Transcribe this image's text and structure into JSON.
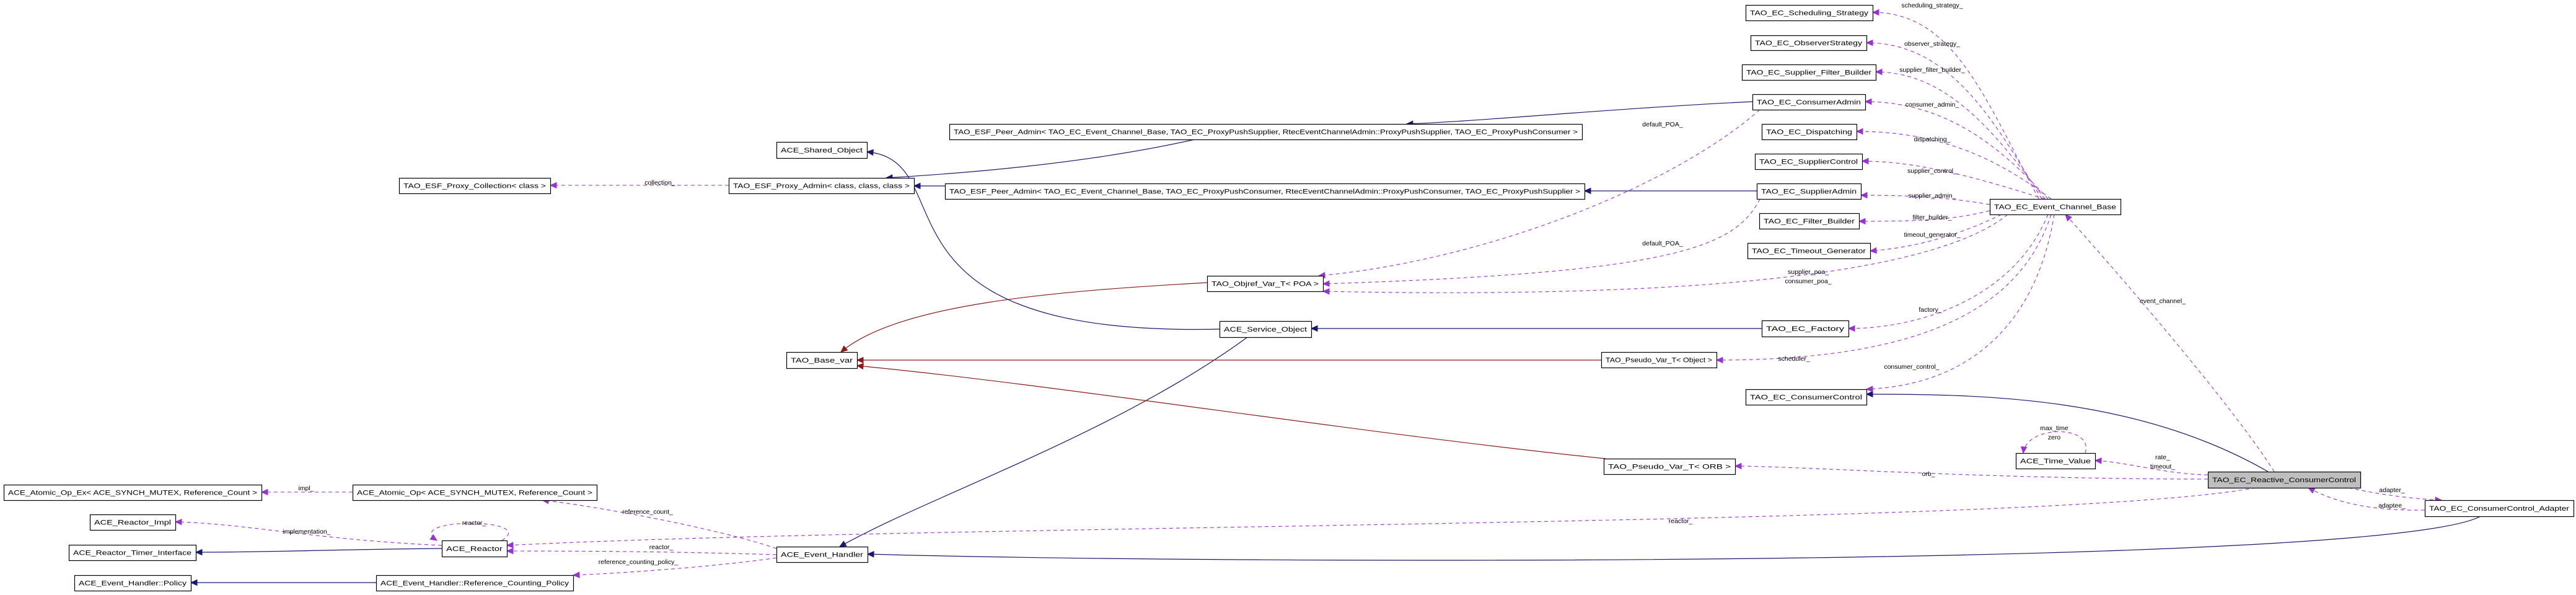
{
  "diagram": {
    "title": "Collaboration diagram for TAO_EC_Reactive_ConsumerControl",
    "colors": {
      "inheritance": "#191970",
      "template": "#8b1a1a",
      "usage": "#9a32cd",
      "focus_fill": "#bfbfbf"
    },
    "nodes": {
      "sched": "TAO_EC_Scheduling_Strategy",
      "obs": "TAO_EC_ObserverStrategy",
      "sfb": "TAO_EC_Supplier_Filter_Builder",
      "cadmin": "TAO_EC_ConsumerAdmin",
      "disp": "TAO_EC_Dispatching",
      "sctrl": "TAO_EC_SupplierControl",
      "sadmin": "TAO_EC_SupplierAdmin",
      "fb": "TAO_EC_Filter_Builder",
      "tgen": "TAO_EC_Timeout_Generator",
      "peerS": "TAO_ESF_Peer_Admin< TAO_EC_Event_Channel_Base, TAO_EC_ProxyPushSupplier, RtecEventChannelAdmin::ProxyPushSupplier, TAO_EC_ProxyPushConsumer >",
      "peerC": "TAO_ESF_Peer_Admin< TAO_EC_Event_Channel_Base, TAO_EC_ProxyPushConsumer, RtecEventChannelAdmin::ProxyPushConsumer, TAO_EC_ProxyPushSupplier >",
      "shared": "ACE_Shared_Object",
      "proxyAdmin": "TAO_ESF_Proxy_Admin< class, class, class >",
      "proxyColl": "TAO_ESF_Proxy_Collection< class >",
      "objref": "TAO_Objref_Var_T< POA >",
      "svc": "ACE_Service_Object",
      "basevar": "TAO_Base_var",
      "pvObj": "TAO_Pseudo_Var_T< Object >",
      "pvOrb": "TAO_Pseudo_Var_T< ORB >",
      "evh": "ACE_Event_Handler",
      "factory": "TAO_EC_Factory",
      "cctrl": "TAO_EC_ConsumerControl",
      "timeval": "ACE_Time_Value",
      "ecbase": "TAO_EC_Event_Channel_Base",
      "reactive": "TAO_EC_Reactive_ConsumerControl",
      "adapter": "TAO_EC_ConsumerControl_Adapter",
      "atomicEx": "ACE_Atomic_Op_Ex< ACE_SYNCH_MUTEX, Reference_Count >",
      "atomic": "ACE_Atomic_Op< ACE_SYNCH_MUTEX, Reference_Count >",
      "reactorImpl": "ACE_Reactor_Impl",
      "timerIf": "ACE_Reactor_Timer_Interface",
      "reactor": "ACE_Reactor",
      "policy": "ACE_Event_Handler::Policy",
      "rcpolicy": "ACE_Event_Handler::Reference_Counting_Policy"
    },
    "focus_node": "reactive",
    "edges": [
      {
        "from": "cadmin",
        "to": "peerS",
        "kind": "inheritance",
        "labels": []
      },
      {
        "from": "sadmin",
        "to": "peerC",
        "kind": "inheritance",
        "labels": []
      },
      {
        "from": "peerS",
        "to": "proxyAdmin",
        "kind": "inheritance",
        "labels": []
      },
      {
        "from": "peerC",
        "to": "proxyAdmin",
        "kind": "inheritance",
        "labels": []
      },
      {
        "from": "svc",
        "to": "shared",
        "kind": "inheritance",
        "labels": []
      },
      {
        "from": "factory",
        "to": "svc",
        "kind": "inheritance",
        "labels": []
      },
      {
        "from": "svc",
        "to": "evh",
        "kind": "inheritance",
        "labels": []
      },
      {
        "from": "reactive",
        "to": "cctrl",
        "kind": "inheritance",
        "labels": []
      },
      {
        "from": "adapter",
        "to": "evh",
        "kind": "inheritance",
        "labels": []
      },
      {
        "from": "reactor",
        "to": "timerIf",
        "kind": "inheritance",
        "labels": []
      },
      {
        "from": "rcpolicy",
        "to": "policy",
        "kind": "inheritance",
        "labels": []
      },
      {
        "from": "objref",
        "to": "basevar",
        "kind": "template",
        "labels": []
      },
      {
        "from": "pvObj",
        "to": "basevar",
        "kind": "template",
        "labels": []
      },
      {
        "from": "pvOrb",
        "to": "basevar",
        "kind": "template",
        "labels": []
      },
      {
        "from": "proxyAdmin",
        "to": "proxyColl",
        "kind": "usage",
        "labels": [
          "collection_"
        ]
      },
      {
        "from": "cadmin",
        "to": "objref",
        "kind": "usage",
        "labels": [
          "default_POA_"
        ]
      },
      {
        "from": "sadmin",
        "to": "objref",
        "kind": "usage",
        "labels": [
          "default_POA_"
        ]
      },
      {
        "from": "ecbase",
        "to": "objref",
        "kind": "usage",
        "labels": [
          "supplier_poa_",
          "consumer_poa_"
        ]
      },
      {
        "from": "ecbase",
        "to": "sched",
        "kind": "usage",
        "labels": [
          "scheduling_strategy_"
        ]
      },
      {
        "from": "ecbase",
        "to": "obs",
        "kind": "usage",
        "labels": [
          "observer_strategy_"
        ]
      },
      {
        "from": "ecbase",
        "to": "sfb",
        "kind": "usage",
        "labels": [
          "supplier_filter_builder_"
        ]
      },
      {
        "from": "ecbase",
        "to": "cadmin",
        "kind": "usage",
        "labels": [
          "consumer_admin_"
        ]
      },
      {
        "from": "ecbase",
        "to": "disp",
        "kind": "usage",
        "labels": [
          "dispatching_"
        ]
      },
      {
        "from": "ecbase",
        "to": "sctrl",
        "kind": "usage",
        "labels": [
          "supplier_control_"
        ]
      },
      {
        "from": "ecbase",
        "to": "sadmin",
        "kind": "usage",
        "labels": [
          "supplier_admin_"
        ]
      },
      {
        "from": "ecbase",
        "to": "fb",
        "kind": "usage",
        "labels": [
          "filter_builder_"
        ]
      },
      {
        "from": "ecbase",
        "to": "tgen",
        "kind": "usage",
        "labels": [
          "timeout_generator_"
        ]
      },
      {
        "from": "ecbase",
        "to": "factory",
        "kind": "usage",
        "labels": [
          "factory_"
        ]
      },
      {
        "from": "ecbase",
        "to": "pvObj",
        "kind": "usage",
        "labels": [
          "scheduler_"
        ]
      },
      {
        "from": "ecbase",
        "to": "cctrl",
        "kind": "usage",
        "labels": [
          "consumer_control_"
        ]
      },
      {
        "from": "reactive",
        "to": "ecbase",
        "kind": "usage",
        "labels": [
          "event_channel_"
        ]
      },
      {
        "from": "reactive",
        "to": "timeval",
        "kind": "usage",
        "labels": [
          "rate_",
          "timeout_"
        ]
      },
      {
        "from": "timeval",
        "to": "timeval",
        "kind": "usage",
        "labels": [
          "max_time",
          "zero"
        ]
      },
      {
        "from": "reactive",
        "to": "pvOrb",
        "kind": "usage",
        "labels": [
          "orb_"
        ]
      },
      {
        "from": "reactive",
        "to": "reactor",
        "kind": "usage",
        "labels": [
          "reactor_"
        ]
      },
      {
        "from": "reactive",
        "to": "adapter",
        "kind": "usage",
        "labels": [
          "adapter_"
        ]
      },
      {
        "from": "adapter",
        "to": "reactive",
        "kind": "usage",
        "labels": [
          "adaptee_"
        ]
      },
      {
        "from": "evh",
        "to": "reactor",
        "kind": "usage",
        "labels": [
          "reactor_"
        ]
      },
      {
        "from": "evh",
        "to": "atomic",
        "kind": "usage",
        "labels": [
          "reference_count_"
        ]
      },
      {
        "from": "evh",
        "to": "rcpolicy",
        "kind": "usage",
        "labels": [
          "reference_counting_policy_"
        ]
      },
      {
        "from": "atomic",
        "to": "atomicEx",
        "kind": "usage",
        "labels": [
          "impl_"
        ]
      },
      {
        "from": "reactor",
        "to": "reactorImpl",
        "kind": "usage",
        "labels": [
          "implementation_"
        ]
      },
      {
        "from": "reactor",
        "to": "reactor",
        "kind": "usage",
        "labels": [
          "reactor_"
        ]
      }
    ]
  }
}
